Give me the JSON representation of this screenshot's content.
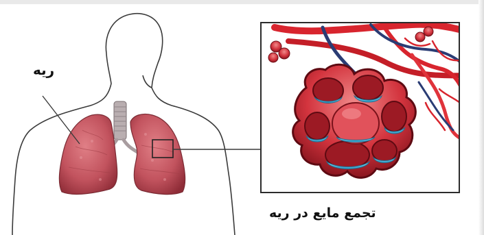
{
  "labels": {
    "lung": "ریه",
    "caption": "تجمع مایع در ریه"
  },
  "colors": {
    "lung": "#c2535e",
    "lung_dark": "#8e2c37",
    "alveolus": "#d3343e",
    "fluid": "#4cc2e4",
    "artery": "#d8252e",
    "vein": "#2a3c74",
    "outline": "#3a3a3a"
  },
  "icons": {
    "body_outline": "human-torso-outline",
    "lungs": "lungs-icon",
    "zoom_box": "zoom-square",
    "inset": "alveoli-with-fluid"
  }
}
